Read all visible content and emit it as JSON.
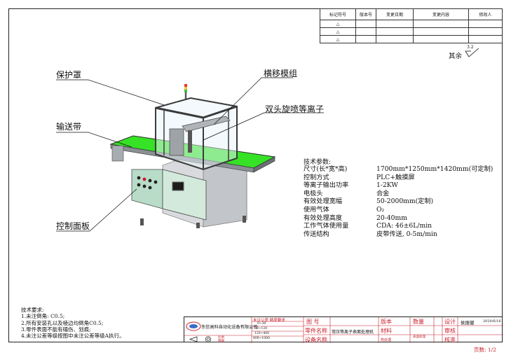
{
  "revision_table": {
    "headers": [
      "标记符号",
      "版本号",
      "变更日期",
      "变更内容",
      "修改人"
    ]
  },
  "remaining": "其余",
  "roughness": "3.2",
  "callouts": {
    "guard": "保护罩",
    "traverse": "横移模组",
    "plasma": "双头旋喷等离子",
    "conveyor": "输送带",
    "panel": "控制面板"
  },
  "specs": {
    "heading": "技术参数:",
    "rows": [
      {
        "k": "尺寸(长*宽*高)",
        "v": "1700mm*1250mm*1420mm(可定制)"
      },
      {
        "k": "控制方式",
        "v": "PLC+触摸屏"
      },
      {
        "k": "等离子输出功率",
        "v": "1-2KW"
      },
      {
        "k": "电极头",
        "v": "合金"
      },
      {
        "k": "有效处理宽幅",
        "v": "50-2000mm(定制)"
      },
      {
        "k": "使用气体",
        "v": "O₂"
      },
      {
        "k": "有效处理高度",
        "v": "20-40mm"
      },
      {
        "k": "工作气体使用量",
        "v": "CDA: 46±6L/min"
      },
      {
        "k": "传送结构",
        "v": "皮带传送, 0-5m/min"
      }
    ]
  },
  "tech_requirements": {
    "title": "技术要求:",
    "items": [
      "1.未注倒角: C0.5;",
      "2.所有安装孔以及棱边均倒角C0.5;",
      "3.零件表面不能有磕伤、划痕;",
      "4.未注公差等级按图中未注公差等级A执行。"
    ]
  },
  "title_block": {
    "company": "东信高科自动化设备有限公司",
    "tol_title": "未注公差 精度要求",
    "tol_rows": [
      "0~30",
      "30~120",
      "120~400",
      "400~1000"
    ],
    "drawing_no_label": "图    号",
    "part_name_label": "零件名称",
    "part_name": "常压等离子表面处理机",
    "device_name_label": "设备名称",
    "version_label": "版本",
    "quantity_label": "数量",
    "material_label": "材料",
    "design_label": "设计",
    "designer": "侯振健",
    "date": "2020/6/16",
    "review_label": "审核",
    "approve_label": "核准",
    "heat_label": "热处理",
    "surface_label": "表面处理",
    "scale_rows": [
      "比例",
      "图幅"
    ]
  },
  "page": "页数: 1/2",
  "colors": {
    "belt": "#36e226",
    "frame": "#3a3a3a",
    "body": "#c8ccd0",
    "panel": "#b9dcc9",
    "red": "#c81e2a"
  }
}
